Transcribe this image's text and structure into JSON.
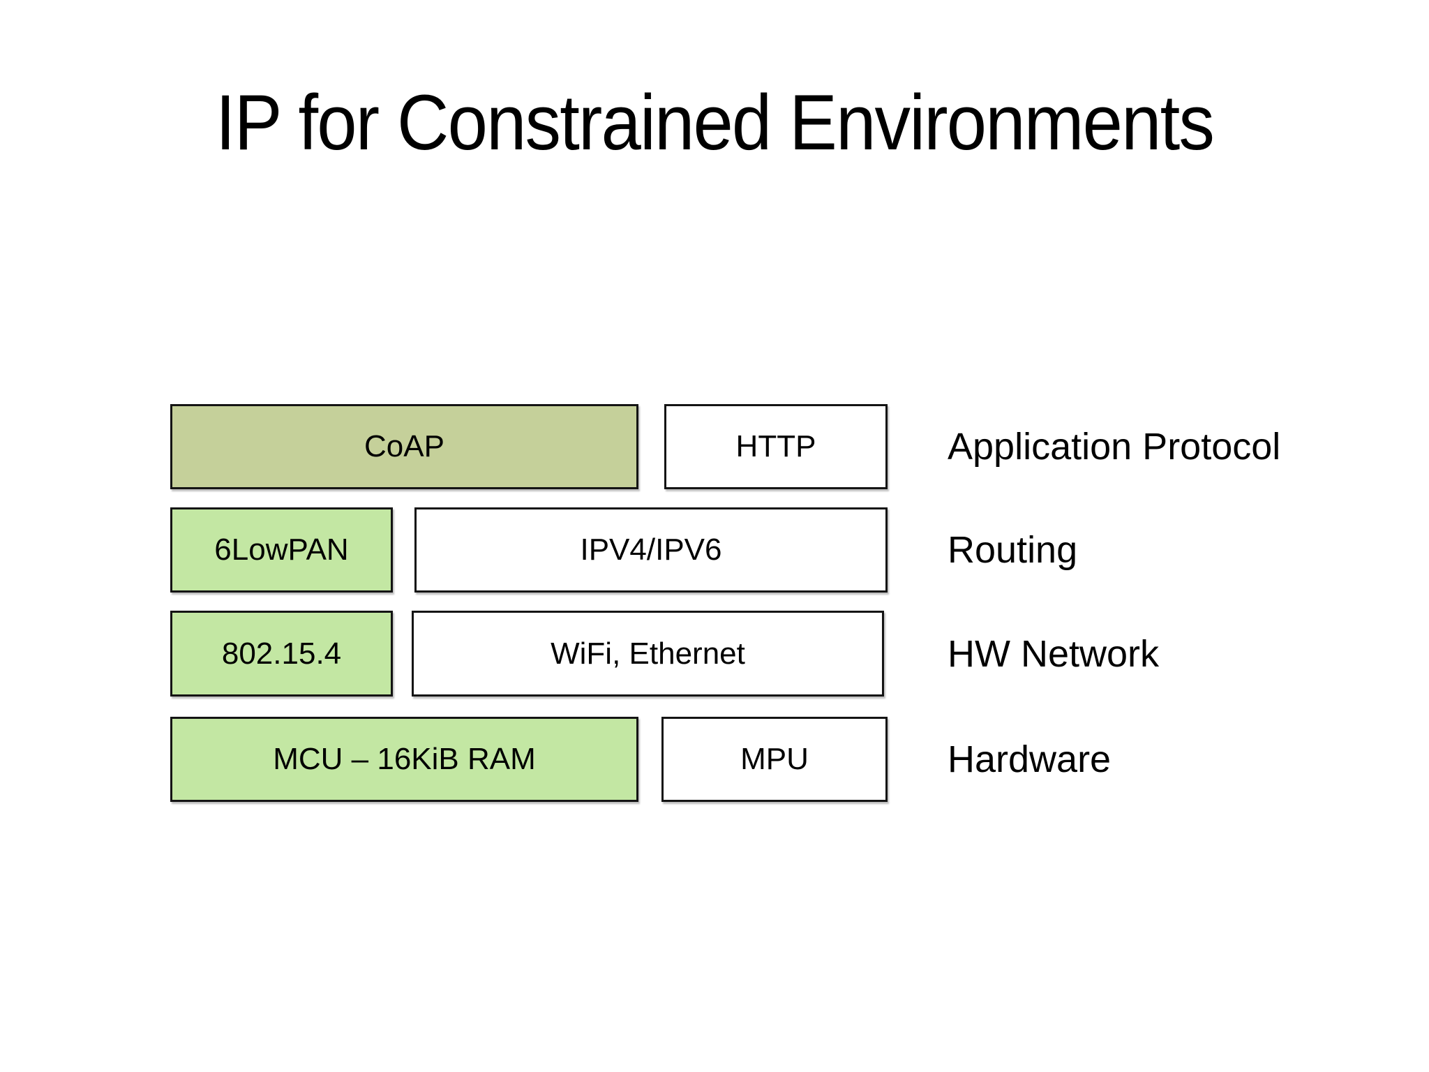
{
  "title": "IP for Constrained Environments",
  "colors": {
    "background": "#ffffff",
    "border": "#141414",
    "text": "#000000",
    "coap_green": "#c5d09a",
    "light_green": "#c3e7a3",
    "white": "#ffffff"
  },
  "stack": {
    "rows": [
      {
        "label": "Application Protocol",
        "boxes": [
          {
            "text": "CoAP",
            "fill": "#c5d09a"
          },
          {
            "text": "HTTP",
            "fill": "#ffffff"
          }
        ]
      },
      {
        "label": "Routing",
        "boxes": [
          {
            "text": "6LowPAN",
            "fill": "#c3e7a3"
          },
          {
            "text": "IPV4/IPV6",
            "fill": "#ffffff"
          }
        ]
      },
      {
        "label": "HW Network",
        "boxes": [
          {
            "text": "802.15.4",
            "fill": "#c3e7a3"
          },
          {
            "text": "WiFi, Ethernet",
            "fill": "#ffffff"
          }
        ]
      },
      {
        "label": "Hardware",
        "boxes": [
          {
            "text": "MCU – 16KiB RAM",
            "fill": "#c3e7a3"
          },
          {
            "text": "MPU",
            "fill": "#ffffff"
          }
        ]
      }
    ]
  }
}
